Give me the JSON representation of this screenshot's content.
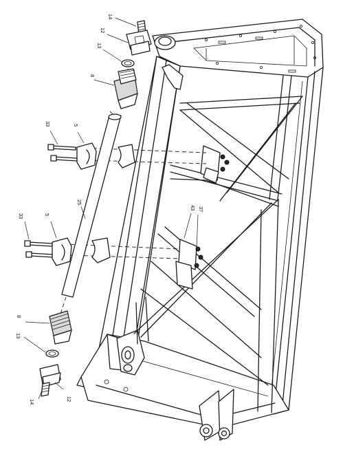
{
  "callouts": {
    "c14_top": "14",
    "c12_top": "12",
    "c13_top": "13",
    "c8_top": "8",
    "c33_top": "33",
    "c5_top": "5",
    "c25": "25",
    "c33_mid": "33",
    "c5_mid": "5",
    "c43": "43",
    "c37": "37",
    "c8_bot": "8",
    "c13_bot": "13",
    "c14_bot": "14",
    "c12_bot": "12"
  }
}
